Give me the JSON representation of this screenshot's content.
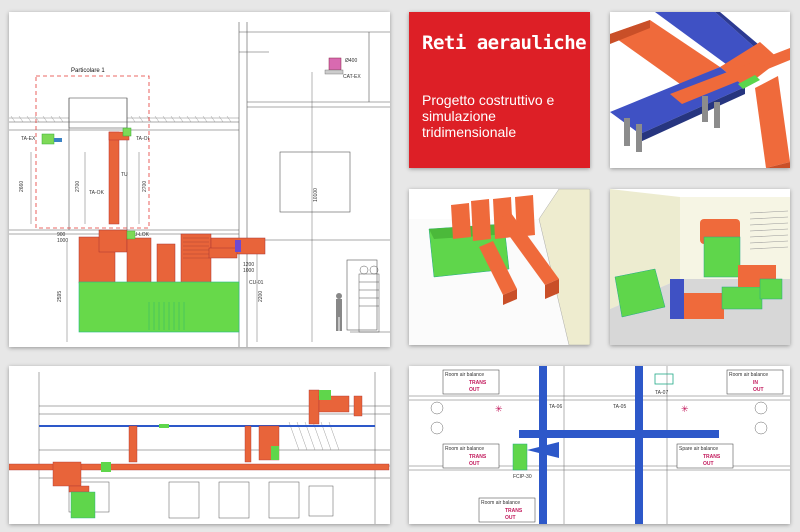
{
  "title_panel": {
    "title": "Reti aerauliche",
    "subtitle": "Progetto costruttivo e simulazione tridimensionale"
  },
  "main_drawing": {
    "detail_label": "Particolare 1",
    "dim_2660": "2660",
    "dim_2700": "2700",
    "dim_2700b": "2700",
    "dim_10100": "10100",
    "dim_2200": "2200",
    "dim_2595": "2595",
    "dim_900": "900",
    "dim_1000": "1000",
    "dim_1200": "1200",
    "dim_1000b": "1000",
    "tag_taex": "TA-EX",
    "tag_taoi": "TA-OI",
    "tag_taok": "TA-OK",
    "tag_wulok": "WU-LOK",
    "tag_cuo1": "CU-01",
    "tag_catex": "CAT-EX",
    "tag_400": "Ø400",
    "tag_tu": "TU"
  },
  "plan_drawing": {
    "room_label_1": "Room air balance",
    "room_label_2": "Room air balance",
    "room_label_3": "Spare air balance",
    "room_label_4": "Room air balance",
    "room_label_5": "Room air balance",
    "trans": "TRANS",
    "out": "OUT",
    "in": "IN",
    "tag_ta06": "TA-06",
    "tag_ta05": "TA-05",
    "tag_ta07": "TA-07",
    "tag_fcip30": "FCIP-30"
  },
  "icons": [
    "star-icon",
    "person-figure-icon"
  ]
}
